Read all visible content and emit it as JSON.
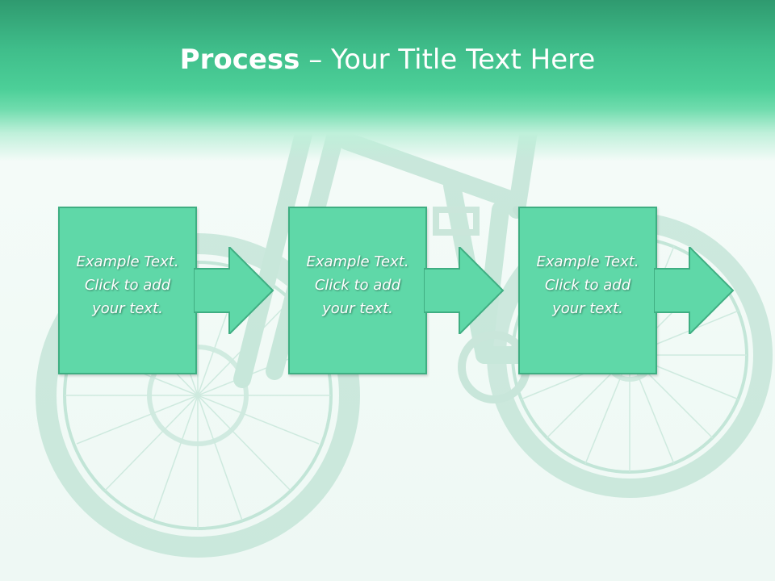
{
  "slide": {
    "title_bold": "Process",
    "title_separator": " – ",
    "title_rest": "Your Title Text Here"
  },
  "process": {
    "steps": [
      {
        "line1": "Example Text.",
        "line2": "Click  to add",
        "line3": "your text."
      },
      {
        "line1": "Example Text.",
        "line2": "Click  to add",
        "line3": "your text."
      },
      {
        "line1": "Example Text.",
        "line2": "Click  to add",
        "line3": "your text."
      }
    ]
  },
  "colors": {
    "header_dark": "#2f9a6f",
    "header_light": "#4ccf98",
    "box_fill": "#5fd8a8",
    "box_border": "#3fae82",
    "bike_tint": "#bfe6d6"
  },
  "background_image": "mountain-bike"
}
